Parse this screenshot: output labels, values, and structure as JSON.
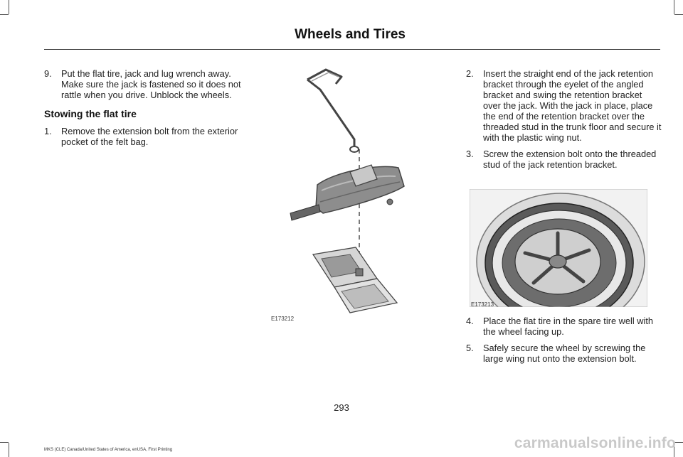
{
  "header": {
    "title": "Wheels and Tires"
  },
  "left_column": {
    "intro_item": {
      "number": "9.",
      "text": "Put the flat tire, jack and lug wrench away. Make sure the jack is fastened so it does not rattle when you drive. Unblock the wheels."
    },
    "subheading": "Stowing the flat tire",
    "items": [
      {
        "number": "1.",
        "text": "Remove the extension bolt from the exterior pocket of the felt bag."
      }
    ]
  },
  "center_figure": {
    "code": "E173212"
  },
  "right_column": {
    "items_top": [
      {
        "number": "2.",
        "text": "Insert the straight end of the jack retention bracket through the eyelet of the angled bracket and swing the retention bracket over the jack. With the jack in place, place the end of the retention bracket over the threaded stud in the trunk floor and secure it with the plastic wing nut."
      },
      {
        "number": "3.",
        "text": "Screw the extension bolt onto the threaded stud of the jack retention bracket."
      }
    ],
    "figure": {
      "code": "E173213"
    },
    "items_bottom": [
      {
        "number": "4.",
        "text": "Place the flat tire in the spare tire well with the wheel facing up."
      },
      {
        "number": "5.",
        "text": "Safely secure the wheel by screwing the large wing nut onto the extension bolt."
      }
    ]
  },
  "page_number": "293",
  "footer": "MKS (CLE) Canada/United States of America, enUSA, First Printing",
  "watermark": "carmanualsonline.info"
}
